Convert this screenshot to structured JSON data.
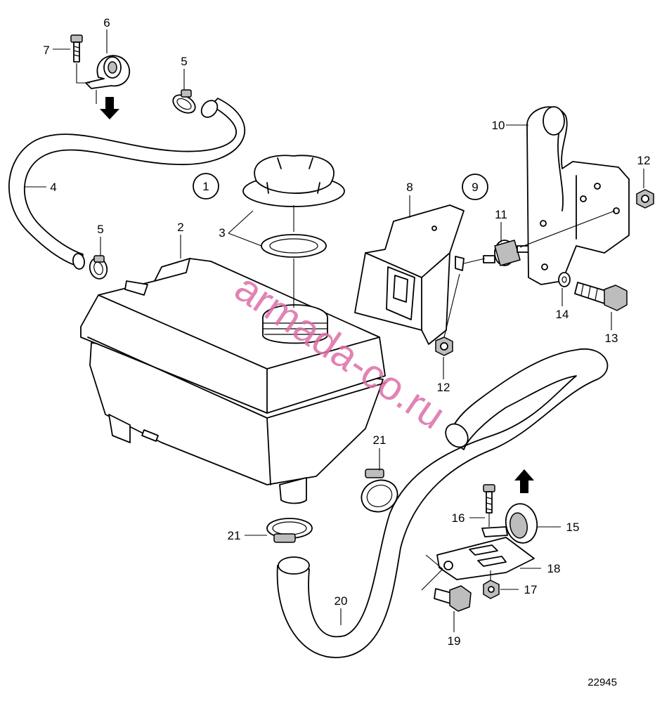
{
  "diagram": {
    "callouts": [
      "1",
      "2",
      "3",
      "4",
      "5",
      "5",
      "6",
      "7",
      "8",
      "9",
      "10",
      "11",
      "12",
      "12",
      "13",
      "14",
      "15",
      "16",
      "17",
      "18",
      "19",
      "20",
      "21",
      "21"
    ],
    "figure_number": "22945",
    "watermark": "armada-co.ru",
    "colors": {
      "line": "#000000",
      "background": "#ffffff",
      "watermark": "#dc6ea6"
    }
  }
}
